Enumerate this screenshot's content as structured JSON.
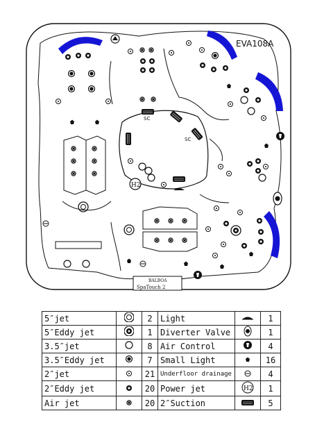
{
  "model_label": "EVA108A",
  "sc_labels": [
    "SC",
    "SC"
  ],
  "h2_badge": "H2",
  "control_panel": {
    "brand": "BALBOA",
    "model": "SpaTouch 2"
  },
  "legend": {
    "left": [
      {
        "name": "5″jet",
        "icon": "five-inch-jet-icon",
        "qty": "2"
      },
      {
        "name": "5″Eddy jet",
        "icon": "five-inch-eddy-jet-icon",
        "qty": "1"
      },
      {
        "name": "3.5″jet",
        "icon": "three-five-inch-jet-icon",
        "qty": "8"
      },
      {
        "name": "3.5″Eddy jet",
        "icon": "three-five-inch-eddy-jet-icon",
        "qty": "7"
      },
      {
        "name": "2″jet",
        "icon": "two-inch-jet-icon",
        "qty": "21"
      },
      {
        "name": "2″Eddy jet",
        "icon": "two-inch-eddy-jet-icon",
        "qty": "20"
      },
      {
        "name": "Air jet",
        "icon": "air-jet-icon",
        "qty": "20"
      }
    ],
    "right": [
      {
        "name": "Light",
        "icon": "light-icon",
        "qty": "1"
      },
      {
        "name": "Diverter Valve",
        "icon": "diverter-valve-icon",
        "qty": "1"
      },
      {
        "name": "Air Control",
        "icon": "air-control-icon",
        "qty": "4"
      },
      {
        "name": "Small Light",
        "icon": "small-light-icon",
        "qty": "16"
      },
      {
        "name": "Underfloor drainage",
        "icon": "underfloor-drainage-icon",
        "qty": "4"
      },
      {
        "name": "Power jet",
        "icon": "power-jet-icon",
        "qty": "1"
      },
      {
        "name": "2″Suction",
        "icon": "suction-icon",
        "qty": "5"
      }
    ]
  },
  "colors": {
    "accent_blue": "#1515d6",
    "line": "#111111"
  }
}
